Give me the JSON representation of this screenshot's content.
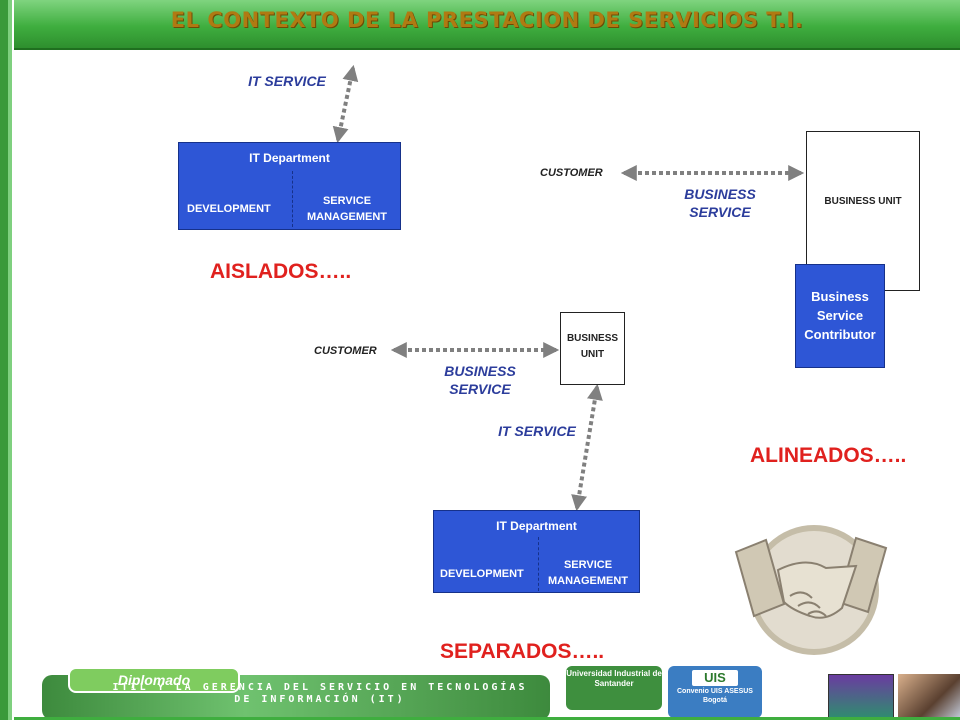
{
  "title": "EL CONTEXTO DE LA PRESTACION DE SERVICIOS T.I.",
  "isolated": {
    "it_service": "IT SERVICE",
    "it_department": "IT Department",
    "development": "DEVELOPMENT",
    "service_management": "SERVICE MANAGEMENT",
    "caption": "AISLADOS….."
  },
  "aligned": {
    "customer": "CUSTOMER",
    "business_service": "BUSINESS SERVICE",
    "business_unit": "BUSINESS UNIT",
    "contributor": "Business Service Contributor",
    "caption": "ALINEADOS….."
  },
  "separated": {
    "customer": "CUSTOMER",
    "business_service": "BUSINESS SERVICE",
    "business_unit": "BUSINESS UNIT",
    "it_service": "IT SERVICE",
    "it_department": "IT Department",
    "development": "DEVELOPMENT",
    "service_management": "SERVICE MANAGEMENT",
    "caption": "SEPARADOS….."
  },
  "footer": {
    "tag": "Diplomado",
    "banner": "ITIL Y LA GERENCIA DEL SERVICIO EN TECNOLOGÍAS DE INFORMACIÓN (IT)",
    "logo_left": "Universidad Industrial de Santander",
    "logo_right_mark": "UIS",
    "logo_right_text": "Convenio UIS ASESUS Bogotá"
  },
  "colors": {
    "title": "#b07a12",
    "box_blue": "#2e56d6",
    "caption_red": "#e0211e",
    "service_label": "#2c3d9c",
    "arrow": "#808080",
    "theme_green": "#3fae3f"
  },
  "icons": [
    "handshake-icon"
  ]
}
